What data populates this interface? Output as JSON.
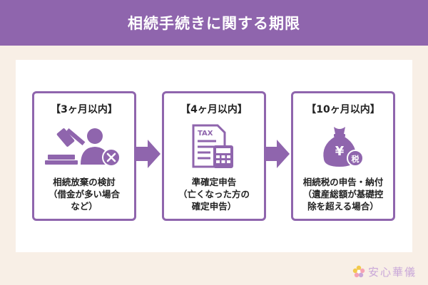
{
  "header": {
    "title": "相続手続きに関する期限"
  },
  "steps": [
    {
      "title": "【3ヶ月以内】",
      "description": "相続放棄の検討\n（借金が多い場合\nなど）",
      "icon": "gavel-and-person-icon"
    },
    {
      "title": "【4ヶ月以内】",
      "description": "準確定申告\n（亡くなった方の\n確定申告）",
      "icon": "tax-calculator-icon",
      "icon_text": "TAX"
    },
    {
      "title": "【10ヶ月以内】",
      "description": "相続税の申告・納付\n（遺産総額が基礎控\n除を超える場合）",
      "icon": "money-bag-icon",
      "icon_text": "¥",
      "icon_badge": "税"
    }
  ],
  "logo": {
    "text": "安心華儀"
  },
  "colors": {
    "accent": "#8f65ad",
    "background": "#f8efe6",
    "panel": "#ffffff",
    "logo": "#c9a7d8"
  }
}
